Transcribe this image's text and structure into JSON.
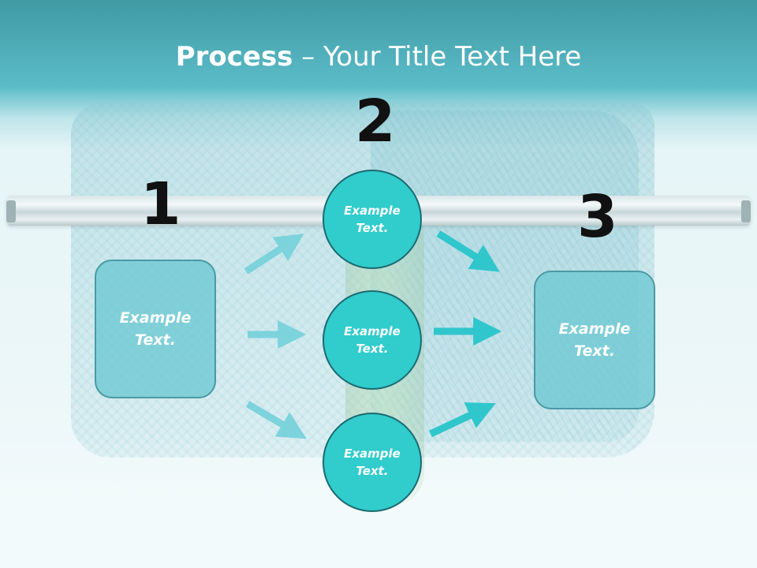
{
  "title": {
    "bold": "Process",
    "rest": " – Your Title Text Here"
  },
  "steps": [
    {
      "number": "1",
      "label": "Example\nText."
    },
    {
      "number": "2",
      "label": "Example\nText."
    },
    {
      "number": "3",
      "label": "Example\nText."
    }
  ],
  "circles": [
    {
      "label": "Example\nText."
    },
    {
      "label": "Example\nText."
    },
    {
      "label": "Example\nText."
    }
  ],
  "colors": {
    "title_bar": "#4aa9b3",
    "box_fill": "#6cc8d2",
    "circle_fill": "#31cccc",
    "arrow_light": "#7dd3dc",
    "arrow_dark": "#2fc6cc"
  }
}
